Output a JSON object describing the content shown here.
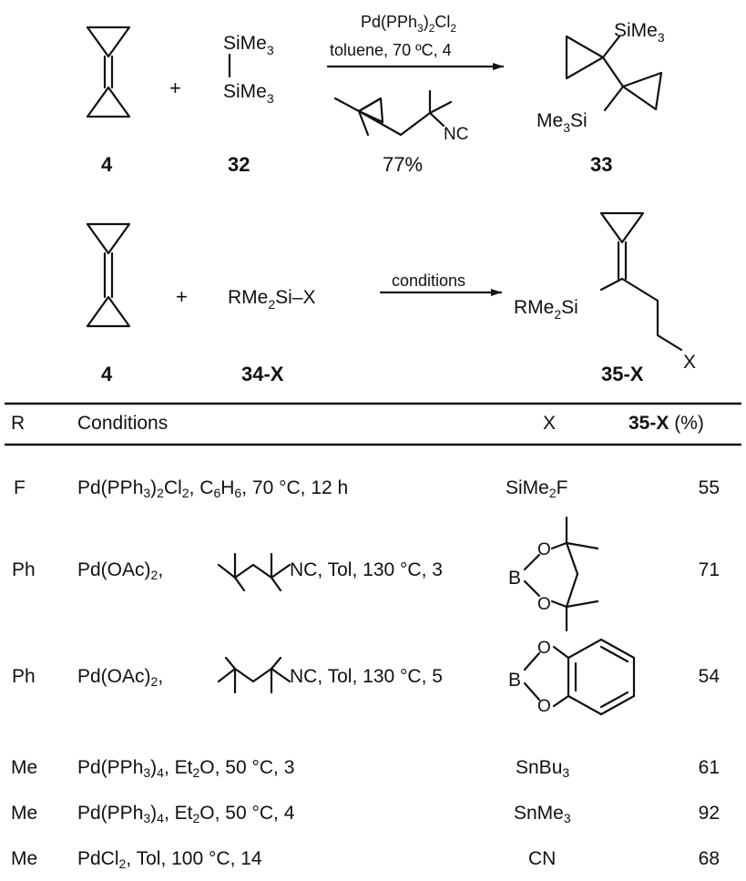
{
  "reaction1": {
    "reactant_label": "4",
    "reagent_label": "32",
    "product_label": "33",
    "reagent_top": "SiMe",
    "reagent_bottom": "SiMe",
    "sub3": "3",
    "catalyst_a": "Pd(PPh",
    "catalyst_b": ")",
    "catalyst_c": "Cl",
    "sub2": "2",
    "conditions": "toluene, 70 ºC, 4",
    "ligand_label": "NC",
    "yield": "77%",
    "product_si_top": "SiMe",
    "product_si_bottom_a": "Me",
    "product_si_bottom_b": "Si"
  },
  "reaction2": {
    "reactant_label": "4",
    "reagent_a": "RMe",
    "reagent_b": "Si–X",
    "reagent_label_a": "34",
    "reagent_label_b": "-X",
    "arrow_label": "conditions",
    "product_si_a": "RMe",
    "product_si_b": "Si",
    "product_x": "X",
    "product_label_a": "35",
    "product_label_b": "-X"
  },
  "plus": "+",
  "table": {
    "headers": {
      "r": "R",
      "conditions": "Conditions",
      "x": "X",
      "yield_a": "35",
      "yield_b": "-X",
      "yield_c": " (%)"
    },
    "rows": [
      {
        "r": "F",
        "cond_a": "Pd(PPh",
        "cond_sub1": "3",
        "cond_b": ")",
        "cond_sub2": "2",
        "cond_c": "Cl",
        "cond_sub3": "2",
        "cond_d": ", C",
        "cond_sub4": "6",
        "cond_e": "H",
        "cond_sub5": "6",
        "cond_f": ", 70 °C, 12 h",
        "x_a": "SiMe",
        "x_sub": "2",
        "x_b": "F",
        "yield": "55"
      },
      {
        "r": "Ph",
        "cond_a": "Pd(OAc)",
        "cond_sub1": "2",
        "cond_b": ",",
        "cond_c": "NC, Tol, 130 °C, 3",
        "x_b": "B",
        "x_o1": "O",
        "x_o2": "O",
        "yield": "71"
      },
      {
        "r": "Ph",
        "cond_a": "Pd(OAc)",
        "cond_sub1": "2",
        "cond_b": ",",
        "cond_c": "NC, Tol, 130 °C, 5",
        "x_b": "B",
        "x_o1": "O",
        "x_o2": "O",
        "yield": "54"
      },
      {
        "r": "Me",
        "cond_a": "Pd(PPh",
        "cond_sub1": "3",
        "cond_b": ")",
        "cond_sub2": "4",
        "cond_c": ", Et",
        "cond_sub3": "2",
        "cond_d": "O, 50 °C, 3",
        "x_a": "SnBu",
        "x_sub": "3",
        "yield": "61"
      },
      {
        "r": "Me",
        "cond_a": "Pd(PPh",
        "cond_sub1": "3",
        "cond_b": ")",
        "cond_sub2": "4",
        "cond_c": ", Et",
        "cond_sub3": "2",
        "cond_d": "O, 50 °C, 4",
        "x_a": "SnMe",
        "x_sub": "3",
        "yield": "92"
      },
      {
        "r": "Me",
        "cond_a": "PdCl",
        "cond_sub1": "2",
        "cond_b": ", Tol, 100 °C, 14",
        "x_a": "CN",
        "yield": "68"
      }
    ]
  }
}
